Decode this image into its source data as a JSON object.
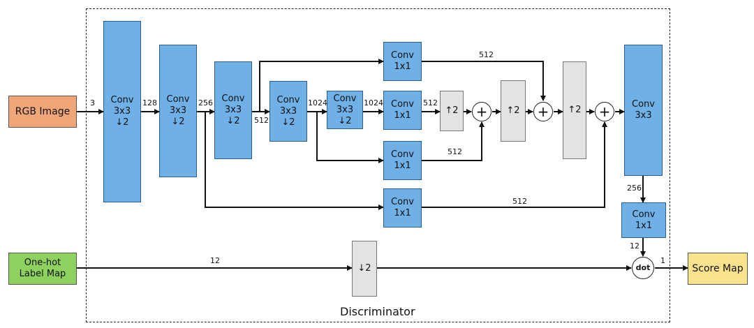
{
  "diagram": {
    "title": "Discriminator",
    "inputs": {
      "rgb": "RGB Image",
      "label": "One-hot\nLabel Map"
    },
    "output": "Score Map",
    "blocks": {
      "conv1": "Conv\n3x3\n↓2",
      "conv2": "Conv\n3x3\n↓2",
      "conv3": "Conv\n3x3\n↓2",
      "conv4": "Conv\n3x3\n↓2",
      "conv5": "Conv\n3x3\n↓2",
      "lat_top": "Conv\n1x1",
      "lat_mid": "Conv\n1x1",
      "lat_low": "Conv\n1x1",
      "lat_bottom": "Conv\n1x1",
      "up1": "↑2",
      "up2": "↑2",
      "up3": "↑2",
      "conv_final": "Conv\n3x3",
      "conv_score": "Conv\n1x1",
      "down_label": "↓2"
    },
    "ops": {
      "add": "+",
      "dot": "dot"
    },
    "channels": {
      "c3": "3",
      "c128": "128",
      "c256": "256",
      "c512": "512",
      "c1024a": "1024",
      "c1024b": "1024",
      "c512_mid": "512",
      "c512_top": "512",
      "c512_low": "512",
      "c512_bottom": "512",
      "c256_out": "256",
      "c12_score": "12",
      "c12_label": "12",
      "c1": "1"
    }
  }
}
